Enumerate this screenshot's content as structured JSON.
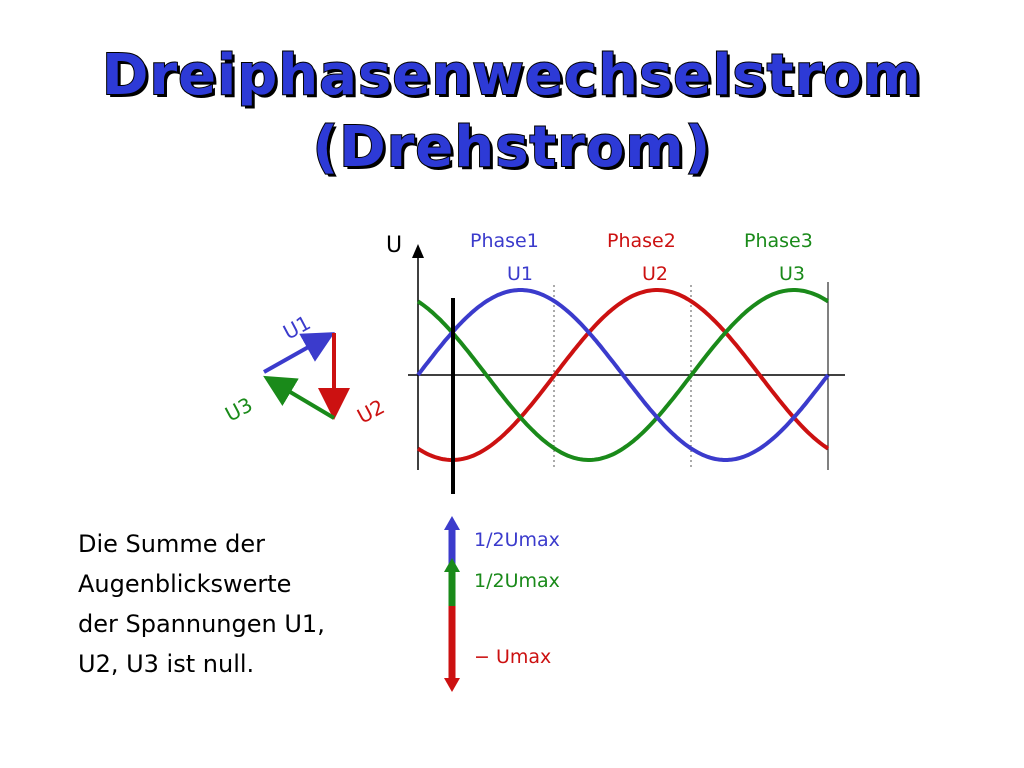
{
  "title": {
    "line1": "Dreiphasenwechselstrom",
    "line2": "(Drehstrom)"
  },
  "colors": {
    "phase1": "#3b3bcc",
    "phase2": "#cc1111",
    "phase3": "#1a8a1a",
    "title": "#2d3ad6"
  },
  "chart": {
    "y_axis_label": "U",
    "phases": [
      {
        "name": "Phase1",
        "label": "U1"
      },
      {
        "name": "Phase2",
        "label": "U2"
      },
      {
        "name": "Phase3",
        "label": "U3"
      }
    ]
  },
  "triangle": {
    "labels": [
      "U1",
      "U2",
      "U3"
    ]
  },
  "sum_bars": {
    "labels": [
      "1/2Umax",
      "1/2Umax",
      "− Umax"
    ]
  },
  "description": {
    "lines": [
      "Die Summe der",
      "Augenblickswerte",
      "der Spannungen U1,",
      "U2, U3 ist null."
    ]
  }
}
